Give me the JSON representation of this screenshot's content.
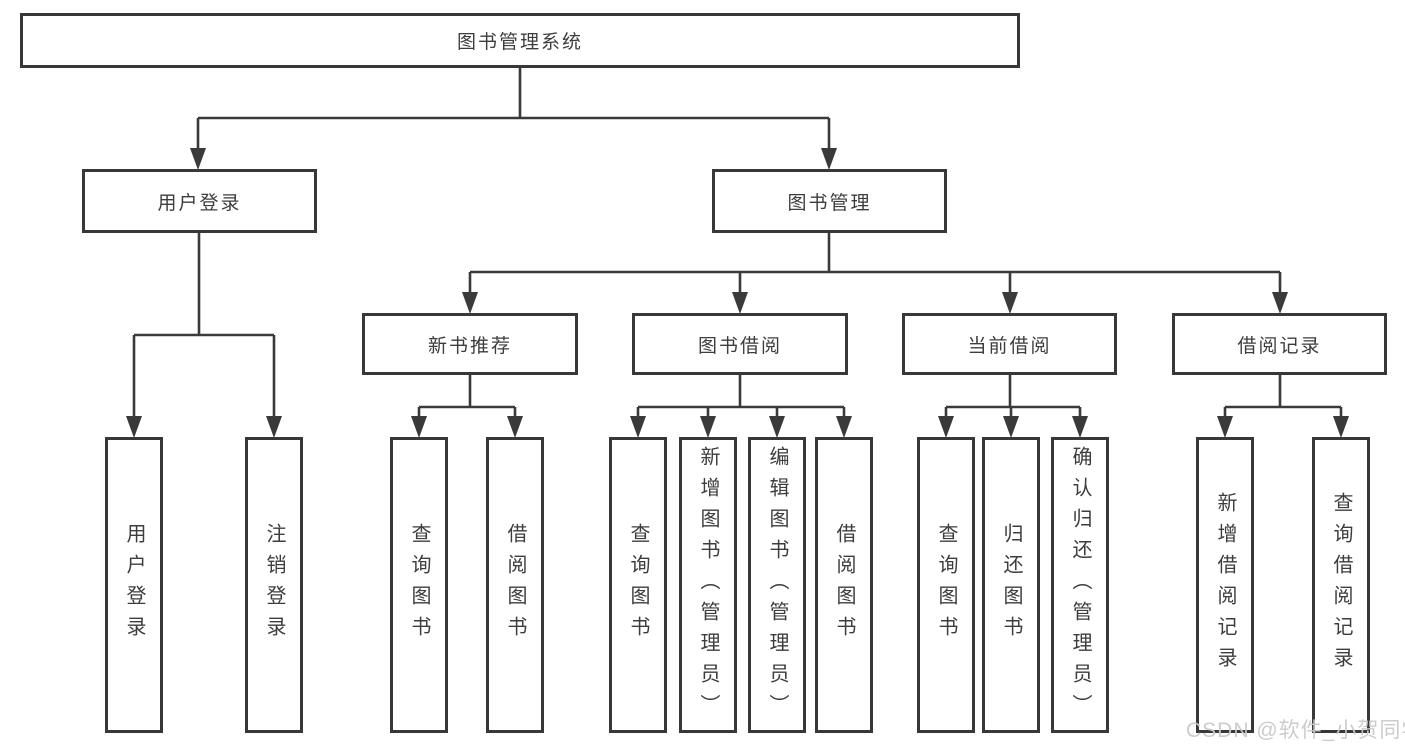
{
  "diagram": {
    "title": "图书管理系统",
    "root": {
      "label": "图书管理系统"
    },
    "level2": [
      {
        "label": "用户登录"
      },
      {
        "label": "图书管理"
      }
    ],
    "level3": [
      {
        "label": "新书推荐"
      },
      {
        "label": "图书借阅"
      },
      {
        "label": "当前借阅"
      },
      {
        "label": "借阅记录"
      }
    ],
    "leaves_user_login": [
      {
        "label": "用户登录"
      },
      {
        "label": "注销登录"
      }
    ],
    "leaves_new_book_recommend": [
      {
        "label": "查询图书"
      },
      {
        "label": "借阅图书"
      }
    ],
    "leaves_book_borrow": [
      {
        "label": "查询图书"
      },
      {
        "label": "新增图书（管理员）"
      },
      {
        "label": "编辑图书（管理员）"
      },
      {
        "label": "借阅图书"
      }
    ],
    "leaves_current_borrow": [
      {
        "label": "查询图书"
      },
      {
        "label": "归还图书"
      },
      {
        "label": "确认归还（管理员）"
      }
    ],
    "leaves_borrow_records": [
      {
        "label": "新增借阅记录"
      },
      {
        "label": "查询借阅记录"
      }
    ]
  },
  "watermark": {
    "text": "CSDN @软件_小贺同学"
  },
  "colors": {
    "line": "#3a3a3a",
    "border": "#383838",
    "text": "#3d3d3d",
    "background": "#ffffff",
    "watermark": "#c9c9c9"
  }
}
